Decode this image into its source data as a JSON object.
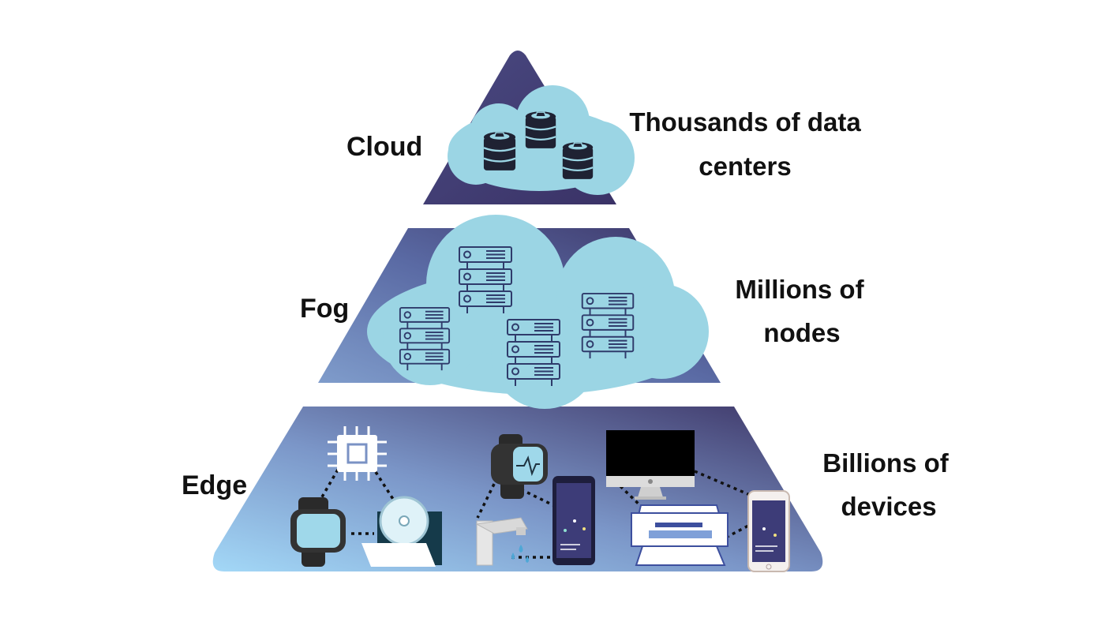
{
  "tiers": [
    {
      "name": "Cloud",
      "description_lines": [
        "Thousands of data",
        "centers"
      ],
      "icon": "database-icon"
    },
    {
      "name": "Fog",
      "description_lines": [
        "Millions of",
        "nodes"
      ],
      "icon": "server-rack-icon"
    },
    {
      "name": "Edge",
      "description_lines": [
        "Billions of",
        "devices"
      ],
      "devices": [
        "microchip-icon",
        "smartwatch-icon",
        "disc-drive-icon",
        "water-faucet-icon",
        "smartphone-icon",
        "monitor-icon",
        "printer-icon"
      ]
    }
  ],
  "colors": {
    "pyramid_dark": "#3d3566",
    "pyramid_mid": "#5d6aa3",
    "pyramid_light": "#9fd2f2",
    "cloud_fill": "#9bd5e4",
    "icon_stroke": "#2f3b6b",
    "database": "#1f2233",
    "text": "#111111"
  }
}
